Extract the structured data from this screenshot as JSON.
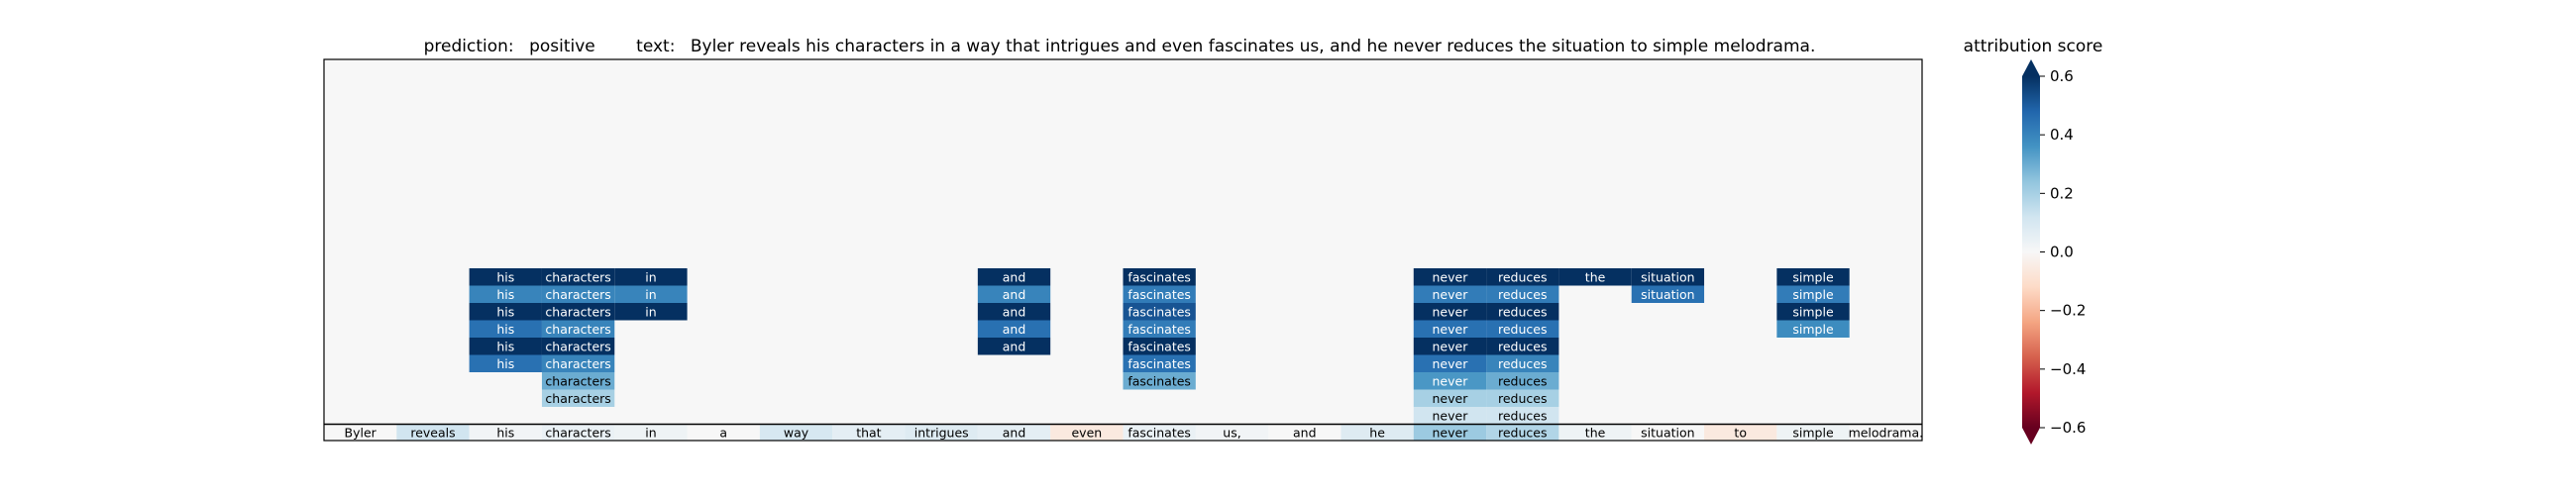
{
  "chart_data": {
    "type": "heatmap",
    "title_prediction_label": "prediction:",
    "title_prediction_value": "positive",
    "title_text_label": "text:",
    "title_text_value": "Byler reveals his characters in a way that intrigues and even fascinates us, and he never reduces the situation to simple melodrama.",
    "tokens": [
      "Byler",
      "reveals",
      "his",
      "characters",
      "in",
      "a",
      "way",
      "that",
      "intrigues",
      "and",
      "even",
      "fascinates",
      "us,",
      "and",
      "he",
      "never",
      "reduces",
      "the",
      "situation",
      "to",
      "simple",
      "melodrama."
    ],
    "token_scores": [
      0.0,
      0.12,
      0.02,
      0.04,
      0.03,
      0.0,
      0.1,
      0.06,
      0.08,
      0.06,
      -0.06,
      0.04,
      0.02,
      0.0,
      0.08,
      0.22,
      0.18,
      0.03,
      0.0,
      -0.06,
      0.03,
      0.0
    ],
    "rows": [
      {
        "his": 0.75,
        "characters": 0.75,
        "in": 0.75,
        "and": 0.75,
        "fascinates": 0.75,
        "never": 0.75,
        "reduces": 0.75,
        "the": 0.75,
        "situation": 0.75,
        "simple": 0.75
      },
      {
        "his": 0.4,
        "characters": 0.4,
        "in": 0.4,
        "and": 0.4,
        "fascinates": 0.42,
        "never": 0.42,
        "reduces": 0.42,
        "situation": 0.45,
        "simple": 0.42
      },
      {
        "his": 0.68,
        "characters": 0.65,
        "in": 0.7,
        "and": 0.62,
        "fascinates": 0.52,
        "never": 0.7,
        "reduces": 0.6,
        "simple": 0.7
      },
      {
        "his": 0.45,
        "characters": 0.4,
        "and": 0.45,
        "fascinates": 0.42,
        "never": 0.45,
        "reduces": 0.45,
        "simple": 0.38
      },
      {
        "his": 0.75,
        "characters": 0.62,
        "and": 0.75,
        "fascinates": 0.7,
        "never": 0.75,
        "reduces": 0.75
      },
      {
        "his": 0.45,
        "characters": 0.4,
        "fascinates": 0.45,
        "never": 0.45,
        "reduces": 0.4
      },
      {
        "characters": 0.3,
        "fascinates": 0.3,
        "never": 0.35,
        "reduces": 0.3
      },
      {
        "characters": 0.2,
        "never": 0.2,
        "reduces": 0.2
      },
      {
        "never": 0.12,
        "reduces": 0.12
      }
    ],
    "colorbar": {
      "label": "attribution score",
      "ticks": [
        0.6,
        0.4,
        0.2,
        0.0,
        -0.2,
        -0.4,
        -0.6
      ],
      "tick_labels": [
        "0.6",
        "0.4",
        "0.2",
        "0.0",
        "−0.2",
        "−0.4",
        "−0.6"
      ],
      "vmin": -0.6,
      "vmax": 0.6,
      "extend": "both",
      "colormap": "RdBu"
    },
    "background_value": 0.0
  }
}
